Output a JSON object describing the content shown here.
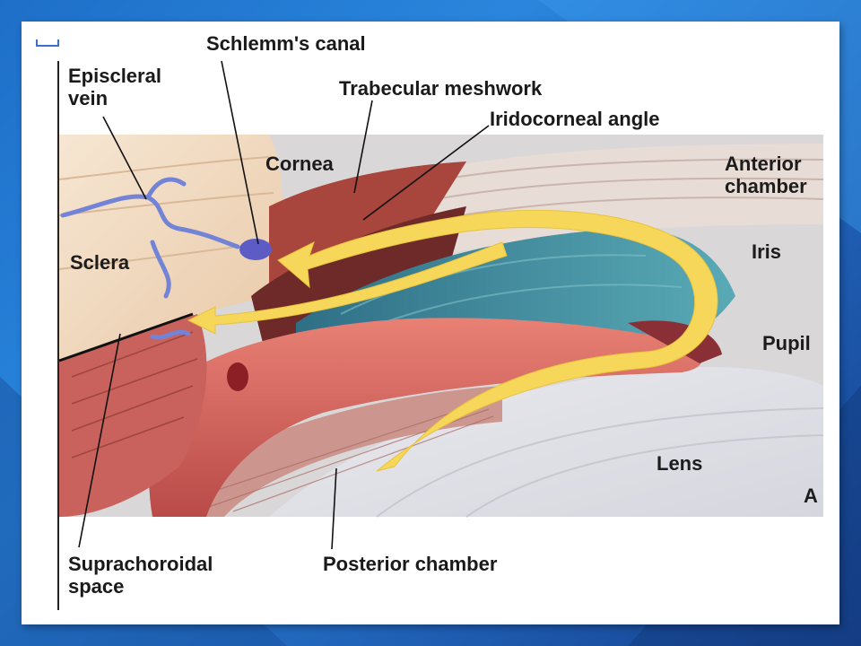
{
  "labels": {
    "schlemm": "Schlemm's canal",
    "episcleral": "Episcleral\nvein",
    "trabecular": "Trabecular meshwork",
    "iridocorneal": "Iridocorneal angle",
    "cornea": "Cornea",
    "anterior": "Anterior\nchamber",
    "sclera": "Sclera",
    "iris": "Iris",
    "pupil": "Pupil",
    "lens": "Lens",
    "panel": "A",
    "suprachoroidal": "Suprachoroidal\nspace",
    "posterior": "Posterior chamber"
  },
  "colors": {
    "background": "#2a86dc",
    "aqueous_flow": "#f7d75a",
    "vein": "#6f7fd6",
    "sclera": "#f3dcc4",
    "ciliary": "#d9605a",
    "iris_stroma": "#3e8a9a"
  }
}
